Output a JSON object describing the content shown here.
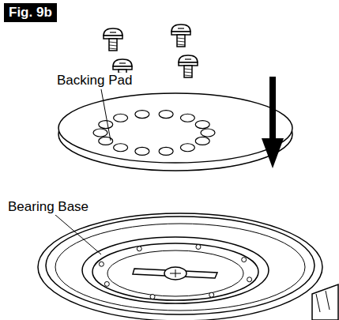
{
  "diagram": {
    "title": "Fig. 9b",
    "labels": [
      "Backing Pad",
      "Bearing Base"
    ]
  }
}
